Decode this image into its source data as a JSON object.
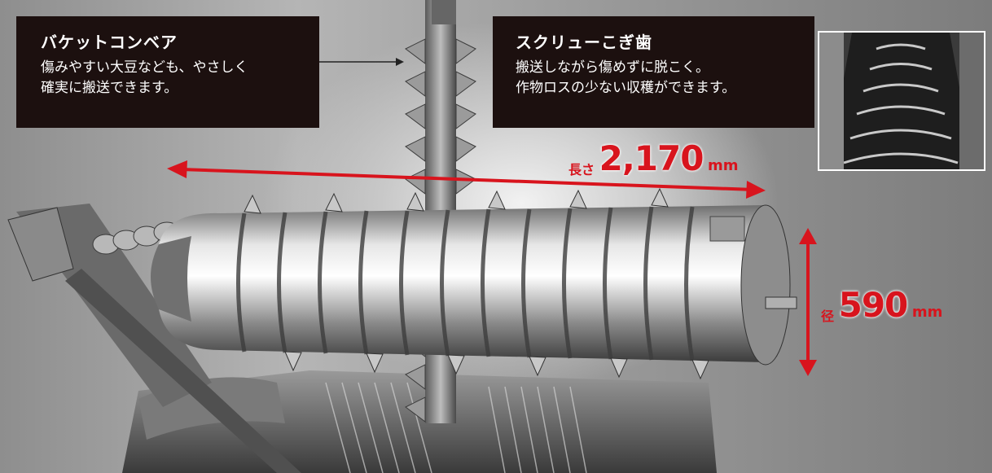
{
  "callouts": {
    "bucket": {
      "title": "バケットコンベア",
      "line1": "傷みやすい大豆なども、やさしく",
      "line2": "確実に搬送できます。"
    },
    "screw": {
      "title": "スクリューこぎ歯",
      "line1": "搬送しながら傷めずに脱こく。",
      "line2": "作物ロスの少ない収穫ができます。"
    }
  },
  "dimensions": {
    "length": {
      "prefix": "長さ",
      "value": "2,170",
      "unit": "mm"
    },
    "diameter": {
      "prefix": "径",
      "value": "590",
      "unit": "mm"
    }
  },
  "colors": {
    "accent": "#d8141d",
    "callout_bg": "#1c100f"
  }
}
